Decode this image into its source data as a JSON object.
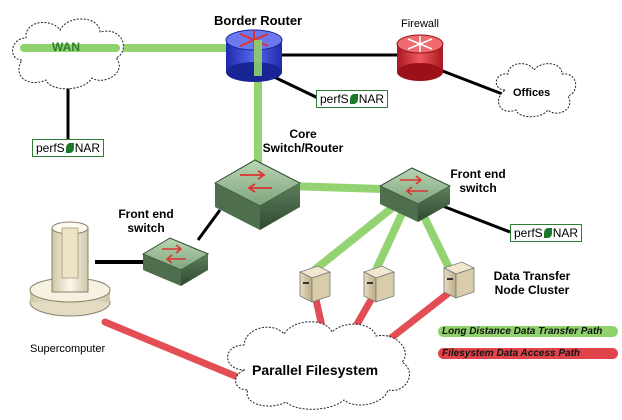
{
  "labels": {
    "wan": "WAN",
    "border_router": "Border Router",
    "firewall": "Firewall",
    "offices": "Offices",
    "core_switch": [
      "Core",
      "Switch/Router"
    ],
    "front_end_switch_right": [
      "Front end",
      "switch"
    ],
    "front_end_switch_left": [
      "Front end",
      "switch"
    ],
    "dtn_cluster": [
      "Data Transfer",
      "Node Cluster"
    ],
    "supercomputer": "Supercomputer",
    "parallel_filesystem": "Parallel Filesystem"
  },
  "perfsonar": {
    "prefix": "perfS",
    "suffix": "NAR"
  },
  "legend": {
    "long_distance": "Long Distance Data Transfer Path",
    "filesystem": "Filesystem Data Access Path"
  },
  "colors": {
    "green_path": "#8fd16a",
    "red_path": "#e0444a",
    "router_blue": "#3344cc",
    "router_red": "#cc2d2d",
    "firewall": "#d6323a",
    "switch": "#5e8a5e",
    "perfsonar_leaf": "#1b7a2a"
  },
  "icons": {
    "border_router": "router-icon",
    "firewall": "firewall-icon",
    "switches": "switch-icon",
    "servers": "server-icon",
    "supercomputer": "supercomputer-icon",
    "clouds": "cloud-icon"
  }
}
